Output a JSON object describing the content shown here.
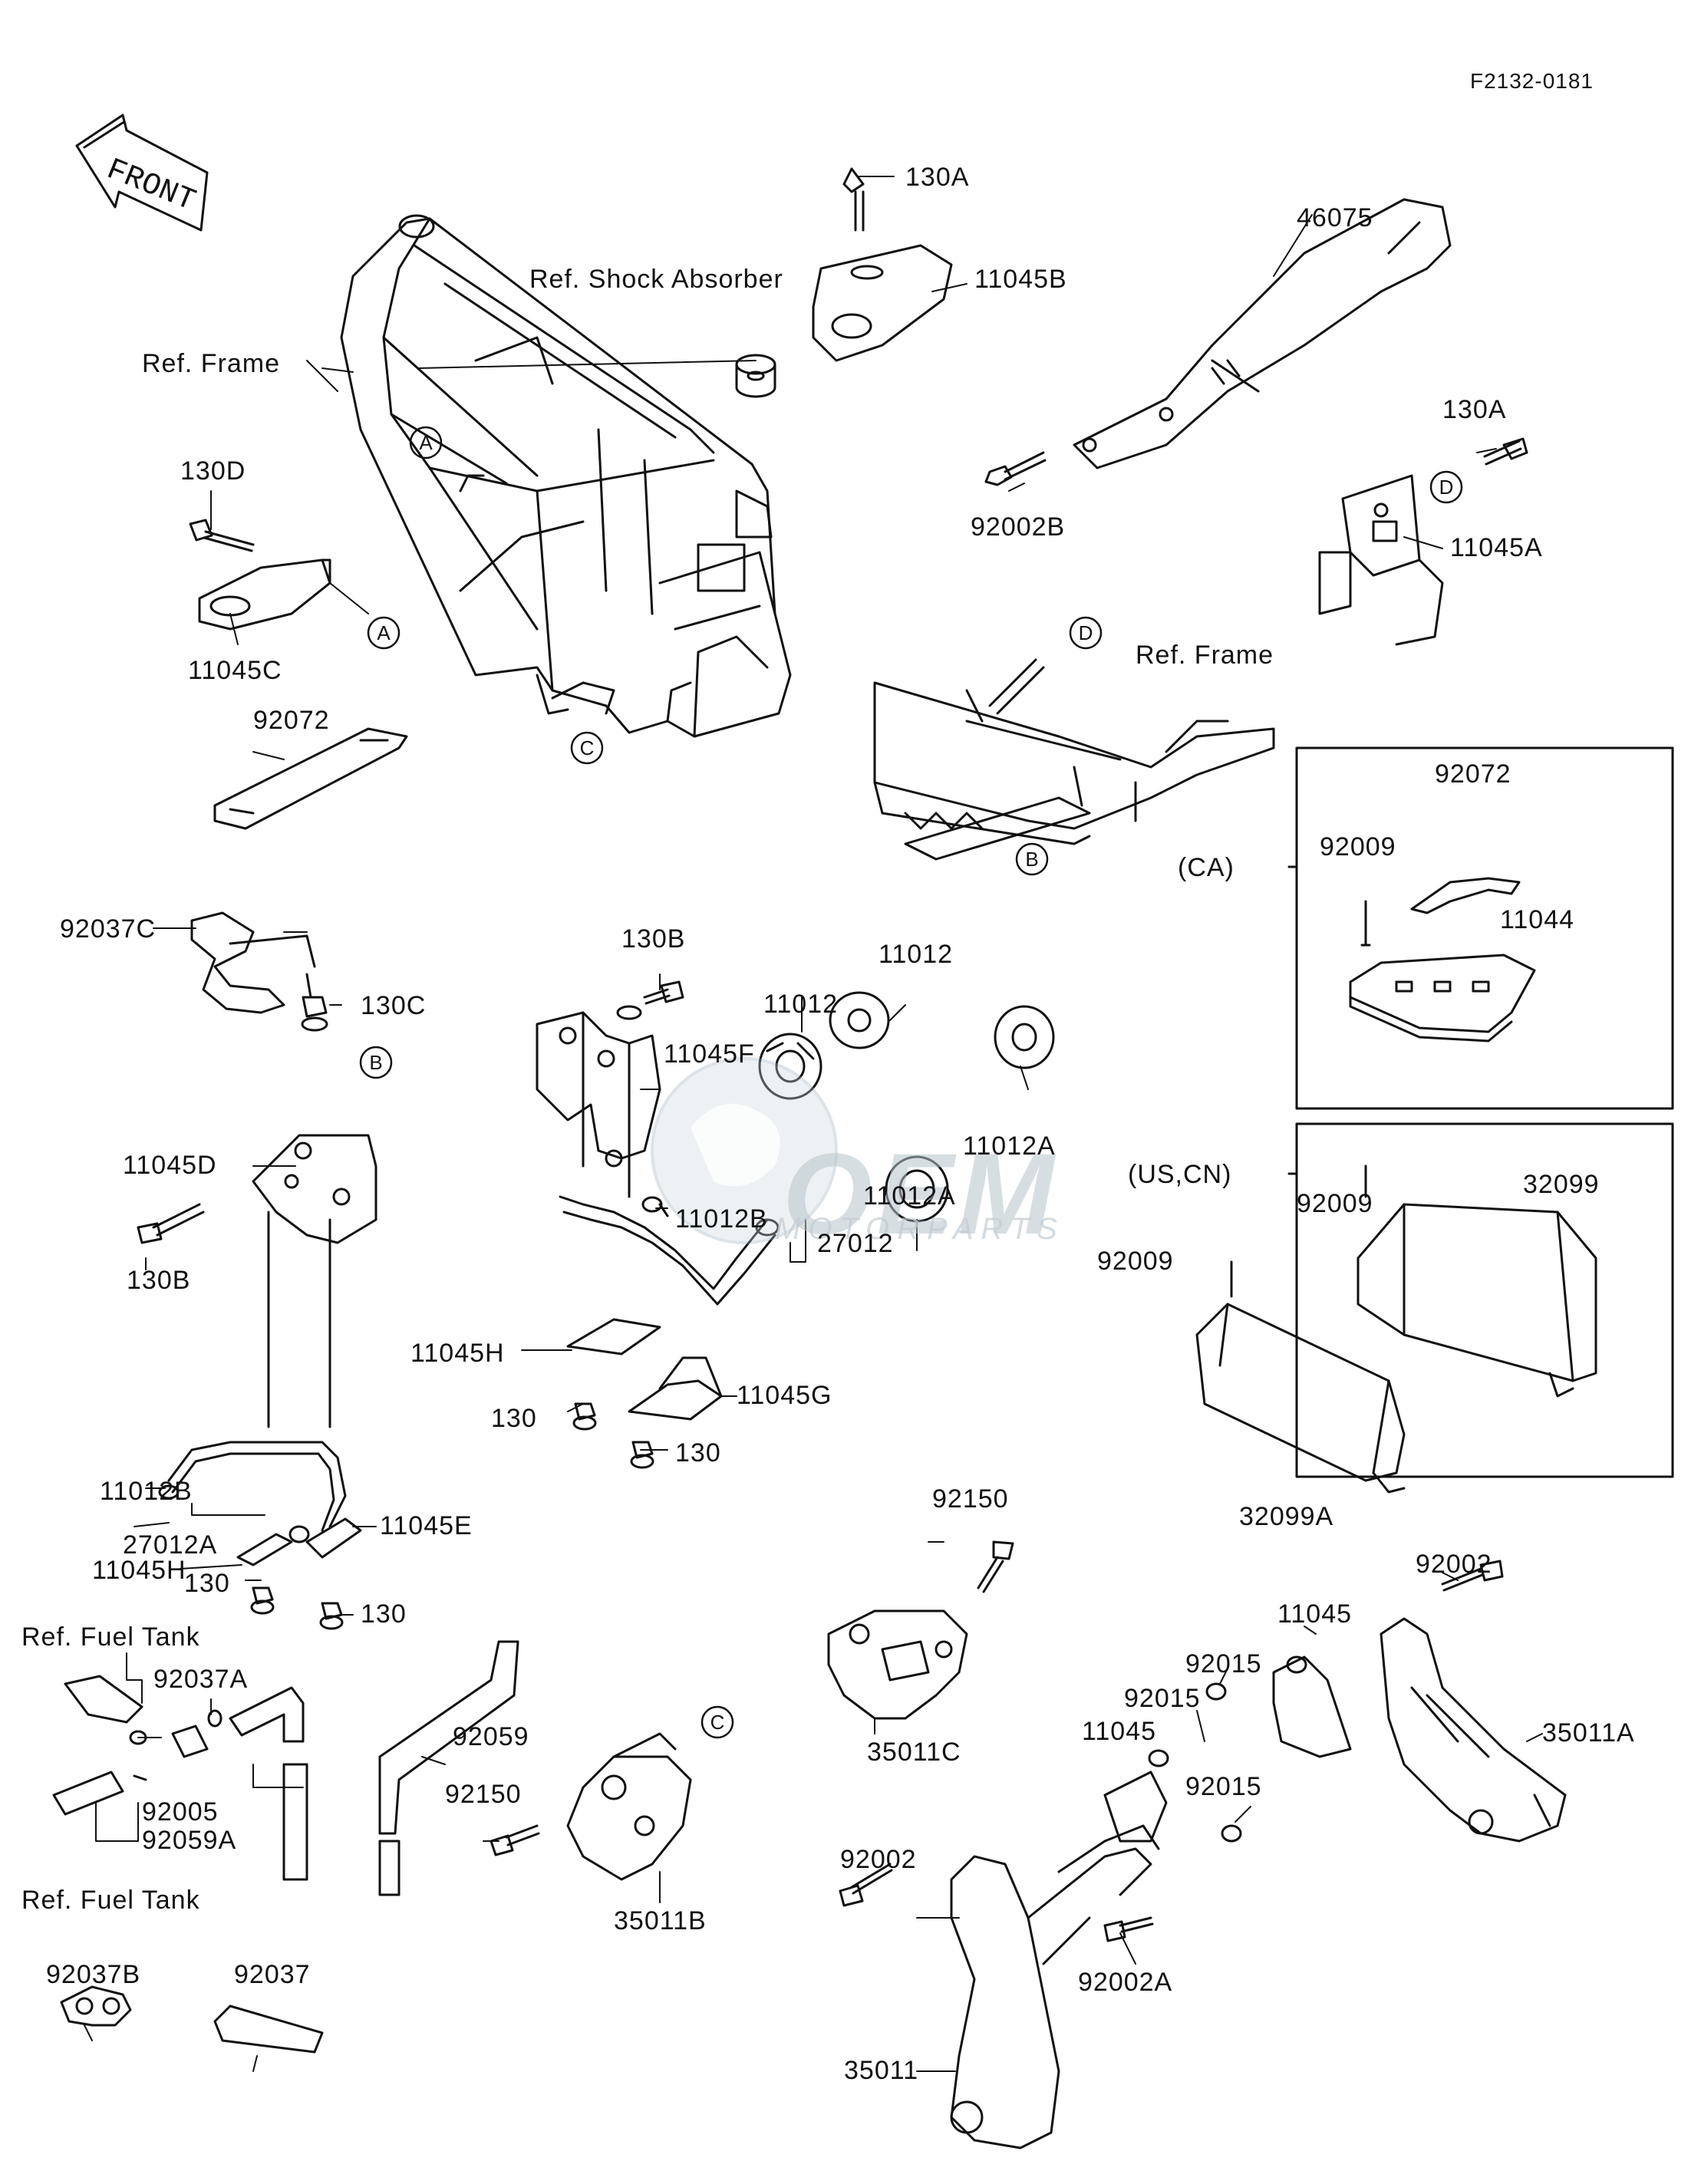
{
  "drawing_code": "F2132-0181",
  "front_marker": "FRONT",
  "watermark": {
    "brand": "OEM",
    "sub": "MOTORPARTS"
  },
  "refs": {
    "shock_absorber": "Ref. Shock Absorber",
    "frame_main": "Ref. Frame",
    "frame_sub": "Ref. Frame",
    "fuel_tank_top": "Ref. Fuel Tank",
    "fuel_tank_bottom": "Ref. Fuel Tank",
    "region_ca": "(CA)",
    "region_us_cn": "(US,CN)"
  },
  "circle_markers": {
    "a_frame": "A",
    "a_bracket": "A",
    "b_subframe": "B",
    "b_bracket": "B",
    "c_frame": "C",
    "c_guard": "C",
    "d_subframe": "D",
    "d_bracket": "D"
  },
  "parts": {
    "p130A_top": "130A",
    "p11045B": "11045B",
    "p46075": "46075",
    "p92002B": "92002B",
    "p130A_right": "130A",
    "p11045A": "11045A",
    "p130D": "130D",
    "p11045C": "11045C",
    "p92072_left": "92072",
    "p92072_ca": "92072",
    "p92009_ca": "92009",
    "p11044": "11044",
    "p92009_us": "92009",
    "p32099": "32099",
    "p92009_mid": "92009",
    "p32099A": "32099A",
    "p92037C": "92037C",
    "p130C": "130C",
    "p130B_mid": "130B",
    "p11012_top": "11012",
    "p11012_left": "11012",
    "p11045F": "11045F",
    "p11012A_right": "11012A",
    "p11012A_bottom": "11012A",
    "p11012B_mid": "11012B",
    "p27012": "27012",
    "p11045D": "11045D",
    "p130B_left": "130B",
    "p11012B_left": "11012B",
    "p27012A": "27012A",
    "p11045H_left": "11045H",
    "p11045E": "11045E",
    "p130_left1": "130",
    "p130_left2": "130",
    "p11045H_mid": "11045H",
    "p11045G": "11045G",
    "p130_mid1": "130",
    "p130_mid2": "130",
    "p92150_top": "92150",
    "p35011C": "35011C",
    "p92002_right": "92002",
    "p11045_right": "11045",
    "p92015_a": "92015",
    "p92015_b": "92015",
    "p11045_mid": "11045",
    "p92015_c": "92015",
    "p35011A": "35011A",
    "p92002_left": "92002",
    "p92002A": "92002A",
    "p35011": "35011",
    "p92037A": "92037A",
    "p92005": "92005",
    "p92059A": "92059A",
    "p92059": "92059",
    "p92150_mid": "92150",
    "p35011B": "35011B",
    "p92037B": "92037B",
    "p92037": "92037"
  }
}
